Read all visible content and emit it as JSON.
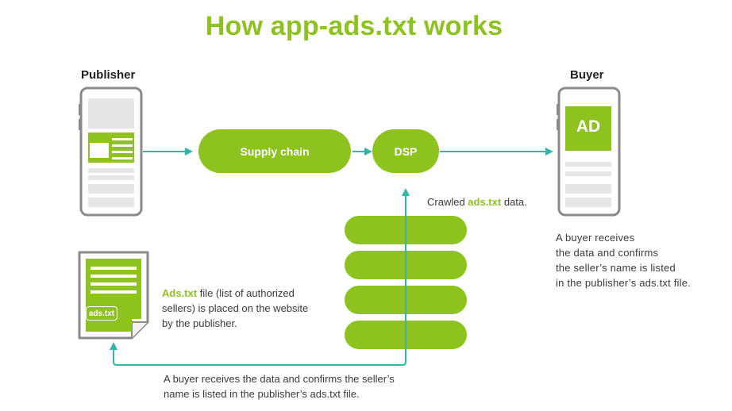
{
  "title": "How app-ads.txt works",
  "publisher": {
    "label": "Publisher"
  },
  "buyer": {
    "label": "Buyer",
    "ad_label": "AD"
  },
  "nodes": {
    "supply_chain": "Supply chain",
    "dsp": "DSP"
  },
  "crawl_note": {
    "prefix": "Crawled ",
    "highlight": "ads.txt",
    "suffix": " data."
  },
  "buyer_note": [
    "A buyer receives",
    "the data and confirms",
    "the seller’s name is listed",
    "in the publisher’s ads.txt file."
  ],
  "file": {
    "tag": "ads.txt",
    "note_highlight": "Ads.txt",
    "note_lines": [
      " file (list of authorized",
      "sellers) is placed on the website",
      "by the publisher."
    ]
  },
  "bottom_note": [
    "A buyer receives the data and confirms the seller’s",
    "name is listed in the publisher’s ads.txt file."
  ],
  "colors": {
    "accent": "#8dc21f",
    "arrow": "#2bb9a9",
    "device": "#8a8a8a",
    "placeholder": "#e6e6e6"
  }
}
